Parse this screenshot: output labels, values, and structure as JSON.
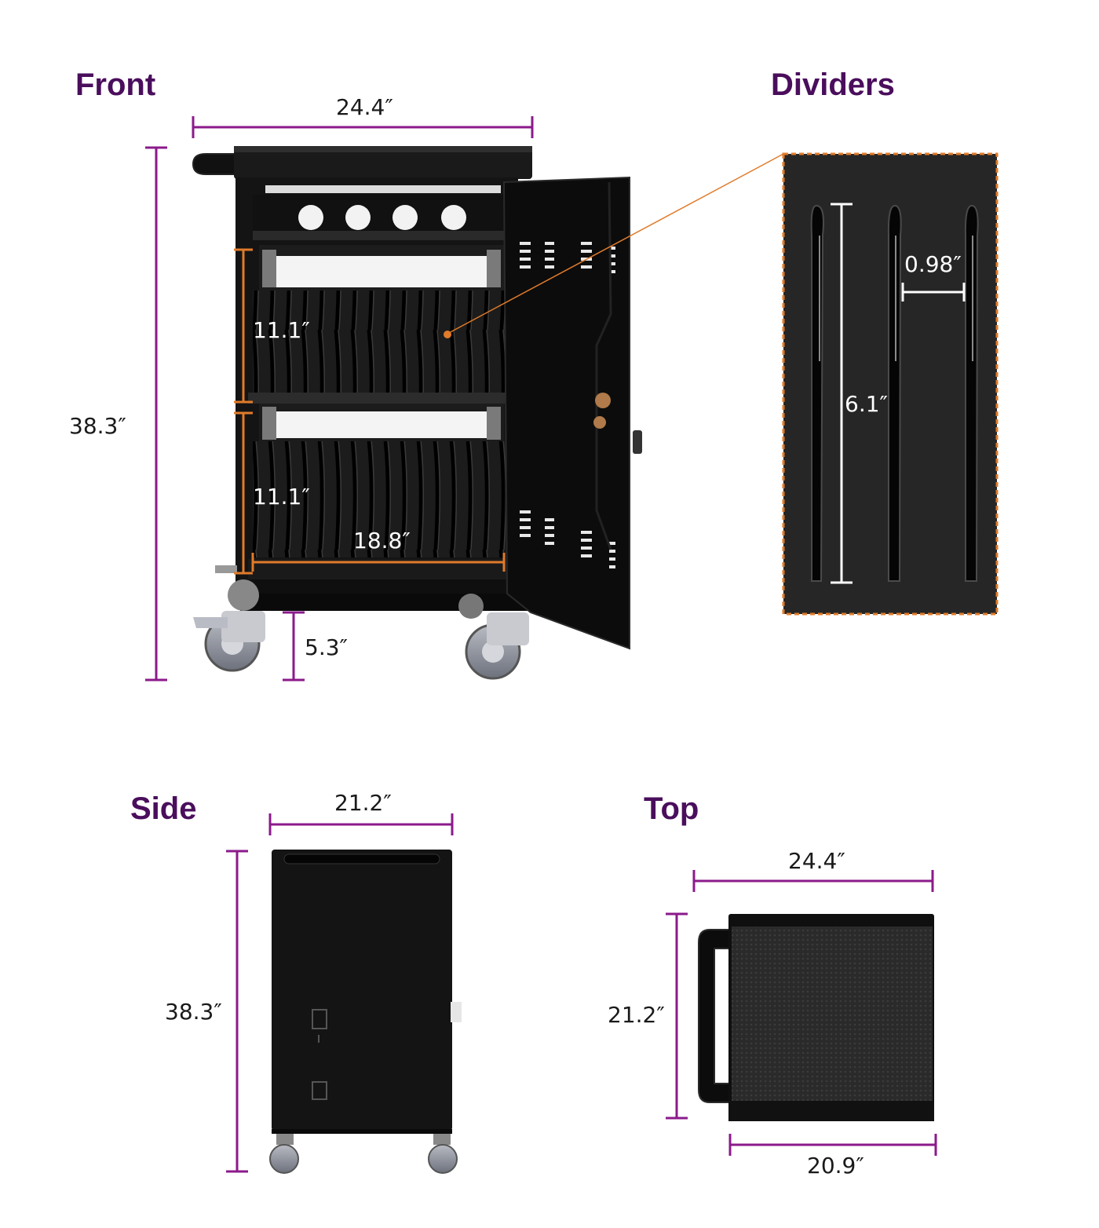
{
  "views": {
    "front": {
      "title": "Front",
      "width": "24.4″",
      "height": "38.3″",
      "upper_shelf": "11.1″",
      "lower_shelf": "11.1″",
      "inner_width": "18.8″",
      "caster_height": "5.3″"
    },
    "dividers": {
      "title": "Dividers",
      "gap": "0.98″",
      "height": "6.1″"
    },
    "side": {
      "title": "Side",
      "depth": "21.2″",
      "height": "38.3″"
    },
    "top": {
      "title": "Top",
      "width": "24.4″",
      "depth": "21.2″",
      "inner_width": "20.9″"
    }
  },
  "colors": {
    "title": "#4a0e5c",
    "dimension_line": "#8b1a8b",
    "shelf_marker": "#e07b2a",
    "cabinet": "#141414"
  }
}
